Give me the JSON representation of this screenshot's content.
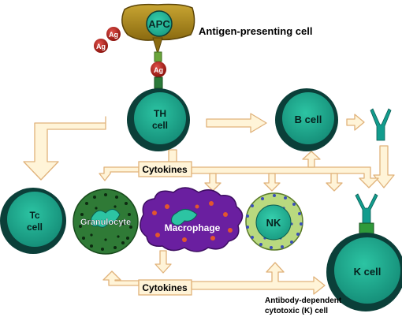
{
  "labels": {
    "apc": "APC",
    "apc_caption": "Antigen-presenting cell",
    "ag": "Ag",
    "th": "TH",
    "th_cell": "cell",
    "b_cell": "B cell",
    "cytokines_top": "Cytokines",
    "cytokines_bottom": "Cytokines",
    "tc": "Tc",
    "tc_cell": "cell",
    "granulocyte": "Granulocyte",
    "macrophage": "Macrophage",
    "nk": "NK",
    "k_cell": "K cell",
    "adcc_line1": "Antibody-dependent",
    "adcc_line2": "cytotoxic (K) cell"
  },
  "colors": {
    "cell_fill": "#1fa98c",
    "cell_ring": "#0b3f39",
    "apc_fill": "#a8861c",
    "ag_fill": "#b8241c",
    "arrow_fill": "#fff4d8",
    "arrow_stroke": "#e0b27a",
    "granulocyte_fill": "#2f7a36",
    "macrophage_fill": "#6a1fa0",
    "nk_fill": "#b9d97f",
    "antibody": "#129c8d"
  }
}
